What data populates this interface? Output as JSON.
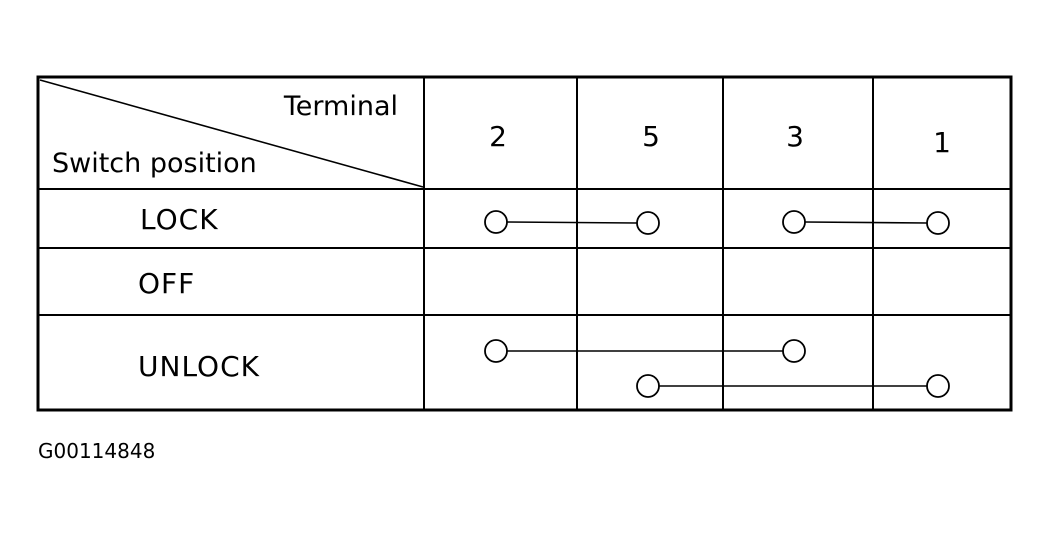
{
  "table": {
    "header_top_label": "Terminal",
    "header_bottom_label": "Switch position",
    "terminals": [
      "2",
      "5",
      "3",
      "1"
    ],
    "rows": [
      {
        "position": "LOCK",
        "connections": [
          {
            "from": "2",
            "to": "5"
          },
          {
            "from": "3",
            "to": "1"
          }
        ]
      },
      {
        "position": "OFF",
        "connections": []
      },
      {
        "position": "UNLOCK",
        "connections": [
          {
            "from": "2",
            "to": "3"
          },
          {
            "from": "5",
            "to": "1"
          }
        ]
      }
    ]
  },
  "figure_id": "G00114848"
}
